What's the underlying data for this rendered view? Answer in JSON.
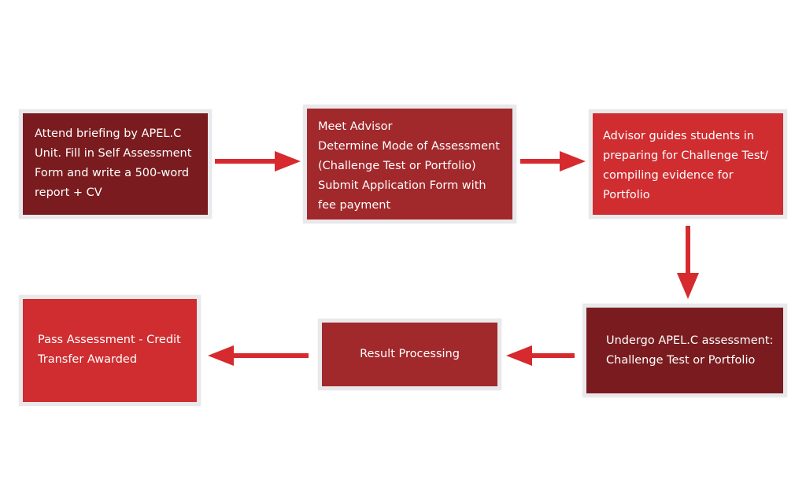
{
  "steps": [
    {
      "id": "step1",
      "text": "Attend briefing by APEL.C\nUnit. Fill in Self Assessment\nForm and write a 500-word\nreport + CV",
      "color": "#7a1c1f"
    },
    {
      "id": "step2",
      "text": "Meet Advisor\nDetermine Mode of Assessment\n(Challenge Test or Portfolio)\nSubmit Application Form with\nfee payment",
      "color": "#a1282b"
    },
    {
      "id": "step3",
      "text": "Advisor guides students in\npreparing for Challenge Test/\ncompiling evidence for\nPortfolio",
      "color": "#cf2d30"
    },
    {
      "id": "step4",
      "text": "Undergo APEL.C assessment:\nChallenge Test or Portfolio",
      "color": "#7a1c1f"
    },
    {
      "id": "step5",
      "text": "Result Processing",
      "color": "#a1282b"
    },
    {
      "id": "step6",
      "text": "Pass Assessment - Credit\nTransfer Awarded",
      "color": "#cf2d30"
    }
  ],
  "arrow_color": "#d62a2e",
  "flow": [
    {
      "from": "step1",
      "to": "step2",
      "direction": "right"
    },
    {
      "from": "step2",
      "to": "step3",
      "direction": "right"
    },
    {
      "from": "step3",
      "to": "step4",
      "direction": "down"
    },
    {
      "from": "step4",
      "to": "step5",
      "direction": "left"
    },
    {
      "from": "step5",
      "to": "step6",
      "direction": "left"
    }
  ]
}
